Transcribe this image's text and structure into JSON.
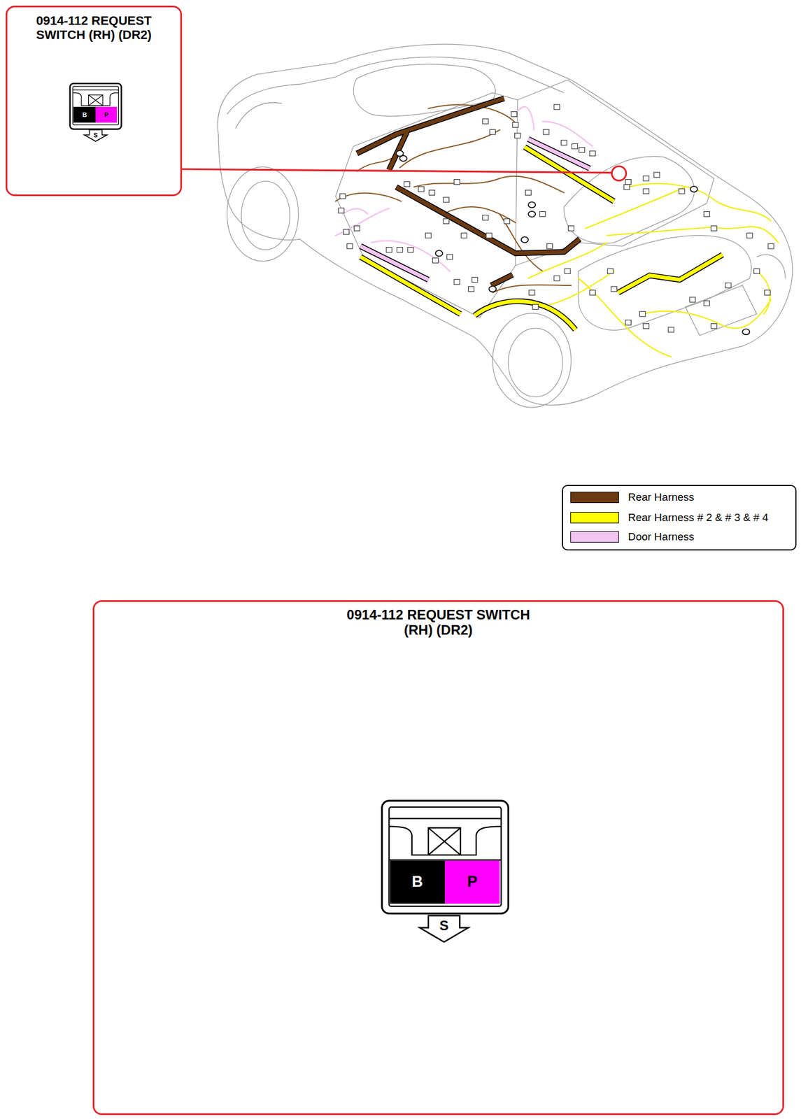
{
  "diagram": {
    "nodes": [
      {
        "text": [
          "0914-112 REQUEST SWITCH (RH) (DR2)"
        ]
      },
      {
        "text": [
          "B"
        ],
        "in": 0
      },
      {
        "text": [
          "P"
        ],
        "in": 0
      },
      {
        "text": [
          "0914-112 REQUEST SWITCH (RH) (DR2)"
        ]
      },
      {
        "text": [
          "B"
        ],
        "in": 3
      },
      {
        "text": [
          "P"
        ],
        "in": 3
      }
    ],
    "labels": [
      "S",
      "S"
    ],
    "legend": [
      {
        "text": "Rear Harness",
        "color": "#6b3a12"
      },
      {
        "text": "Rear Harness # 2 & # 3 & # 4",
        "color": "#ffff00"
      },
      {
        "text": "Door Harness",
        "color": "#f2c4f0"
      }
    ]
  }
}
